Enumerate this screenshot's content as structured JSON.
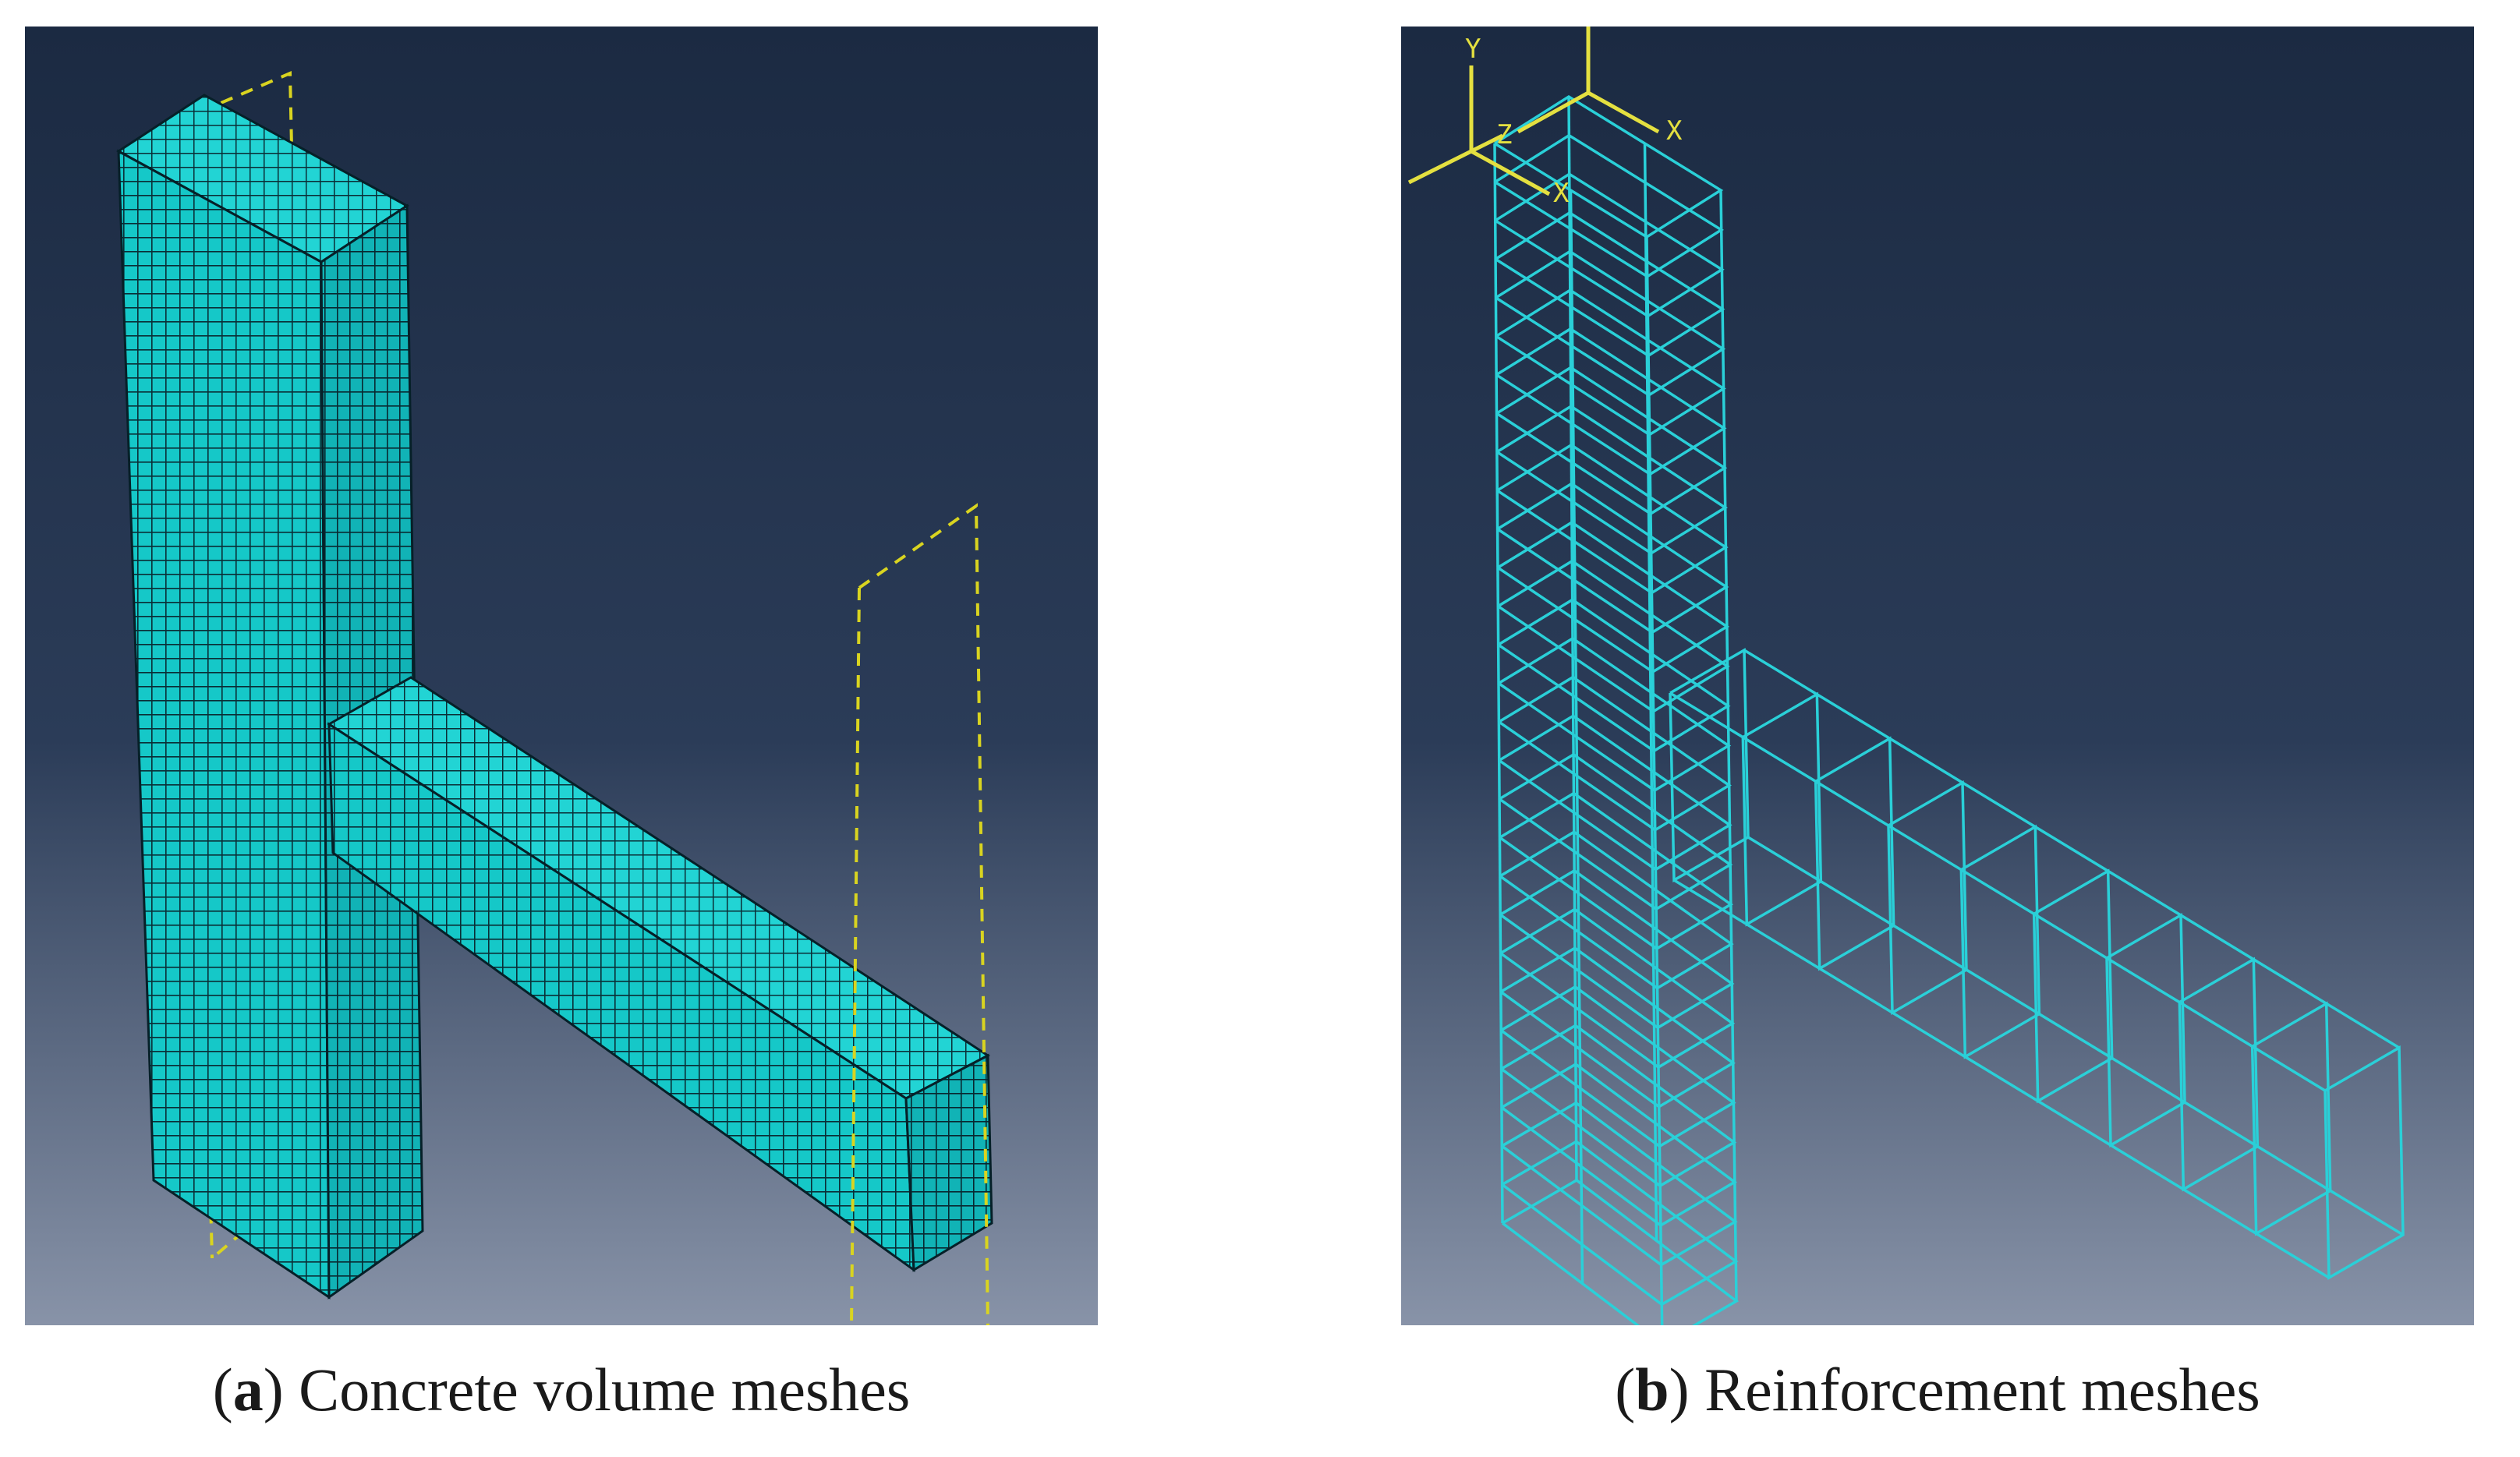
{
  "panels": [
    {
      "id": "a",
      "letter": "a",
      "caption": "Concrete volume meshes",
      "mesh_color": "#15c8c8",
      "grid_color": "#0a2e36",
      "guide_color": "#d9d420"
    },
    {
      "id": "b",
      "letter": "b",
      "caption": "Reinforcement meshes",
      "mesh_color": "#2ad0d8",
      "axis_color": "#e4e040",
      "axes": {
        "global": [
          "Y",
          "Z",
          "X"
        ],
        "local": [
          "X"
        ]
      }
    }
  ],
  "background": {
    "top": "#1b2a42",
    "mid": "#2b3c58",
    "bottom": "#8893a8"
  }
}
